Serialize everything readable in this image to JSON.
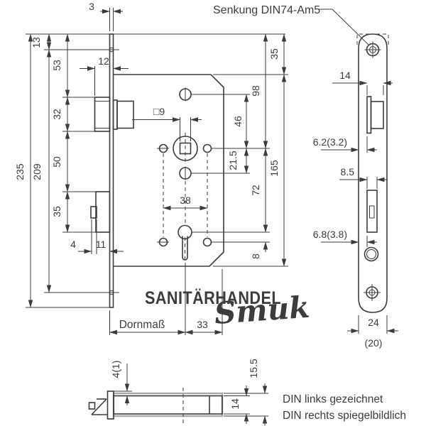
{
  "watermark": {
    "line1": "SANITÄRHANDEL",
    "line2": "Smuk",
    "color": "#66A7D4"
  },
  "callouts": {
    "senkung": "Senkung DIN74-Am5"
  },
  "front": {
    "d3": "3",
    "d13": "13",
    "d53": "53",
    "d12": "12",
    "d32": "32",
    "d50": "50",
    "d35_left": "35",
    "d4": "4",
    "d11": "11",
    "d235": "235",
    "d209": "209",
    "square9": "□9",
    "d38": "38",
    "d46": "46",
    "d21_5": "21.5",
    "d72": "72",
    "d98": "98",
    "d35_top": "35",
    "d165": "165",
    "d8": "8",
    "dornmass": "Dornmaß",
    "d33": "33"
  },
  "side": {
    "d14": "14",
    "d6_2": "6.2(3.2)",
    "d8_5": "8.5",
    "d6_8": "6.8(3.8)",
    "d24": "24",
    "d20": "(20)"
  },
  "section": {
    "d4_1": "4(1)",
    "d15_5": "15.5",
    "d14": "14"
  },
  "notes": {
    "line1": "DIN links gezeichnet",
    "line2": "DIN rechts spiegelbildlich"
  }
}
